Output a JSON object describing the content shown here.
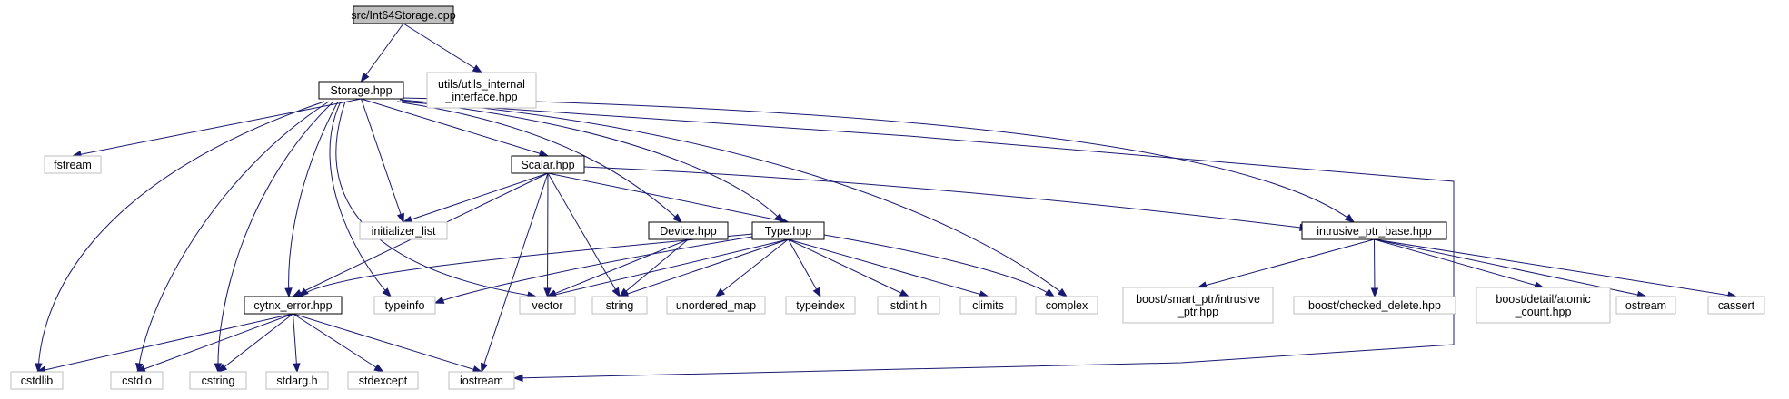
{
  "diagram": {
    "type": "include-dependency-graph",
    "colors": {
      "edge": "#191970",
      "documented_border": "#000000",
      "external_border": "#bfbfbf",
      "root_fill": "#bfbfbf"
    },
    "nodes": [
      {
        "id": "int64storage",
        "label": [
          "src/Int64Storage.cpp"
        ],
        "kind": "root"
      },
      {
        "id": "storage",
        "label": [
          "Storage.hpp"
        ],
        "kind": "doc"
      },
      {
        "id": "utils_internal",
        "label": [
          "utils/utils_internal",
          "_interface.hpp"
        ],
        "kind": "ext"
      },
      {
        "id": "fstream",
        "label": [
          "fstream"
        ],
        "kind": "ext"
      },
      {
        "id": "scalar",
        "label": [
          "Scalar.hpp"
        ],
        "kind": "doc"
      },
      {
        "id": "initializer_list",
        "label": [
          "initializer_list"
        ],
        "kind": "ext"
      },
      {
        "id": "device",
        "label": [
          "Device.hpp"
        ],
        "kind": "doc"
      },
      {
        "id": "type",
        "label": [
          "Type.hpp"
        ],
        "kind": "doc"
      },
      {
        "id": "intrusive_ptr_base",
        "label": [
          "intrusive_ptr_base.hpp"
        ],
        "kind": "doc"
      },
      {
        "id": "cytnx_error",
        "label": [
          "cytnx_error.hpp"
        ],
        "kind": "doc"
      },
      {
        "id": "typeinfo",
        "label": [
          "typeinfo"
        ],
        "kind": "ext"
      },
      {
        "id": "vector",
        "label": [
          "vector"
        ],
        "kind": "ext"
      },
      {
        "id": "string",
        "label": [
          "string"
        ],
        "kind": "ext"
      },
      {
        "id": "unordered_map",
        "label": [
          "unordered_map"
        ],
        "kind": "ext"
      },
      {
        "id": "typeindex",
        "label": [
          "typeindex"
        ],
        "kind": "ext"
      },
      {
        "id": "stdint",
        "label": [
          "stdint.h"
        ],
        "kind": "ext"
      },
      {
        "id": "climits",
        "label": [
          "climits"
        ],
        "kind": "ext"
      },
      {
        "id": "complex",
        "label": [
          "complex"
        ],
        "kind": "ext"
      },
      {
        "id": "smart_ptr",
        "label": [
          "boost/smart_ptr/intrusive",
          "_ptr.hpp"
        ],
        "kind": "ext"
      },
      {
        "id": "checked_delete",
        "label": [
          "boost/checked_delete.hpp"
        ],
        "kind": "ext"
      },
      {
        "id": "atomic_count",
        "label": [
          "boost/detail/atomic",
          "_count.hpp"
        ],
        "kind": "ext"
      },
      {
        "id": "ostream",
        "label": [
          "ostream"
        ],
        "kind": "ext"
      },
      {
        "id": "cassert",
        "label": [
          "cassert"
        ],
        "kind": "ext"
      },
      {
        "id": "cstdlib",
        "label": [
          "cstdlib"
        ],
        "kind": "ext"
      },
      {
        "id": "cstdio",
        "label": [
          "cstdio"
        ],
        "kind": "ext"
      },
      {
        "id": "cstring",
        "label": [
          "cstring"
        ],
        "kind": "ext"
      },
      {
        "id": "stdarg",
        "label": [
          "stdarg.h"
        ],
        "kind": "ext"
      },
      {
        "id": "stdexcept",
        "label": [
          "stdexcept"
        ],
        "kind": "ext"
      },
      {
        "id": "iostream",
        "label": [
          "iostream"
        ],
        "kind": "ext"
      }
    ],
    "edges": [
      [
        "int64storage",
        "storage"
      ],
      [
        "int64storage",
        "utils_internal"
      ],
      [
        "storage",
        "fstream"
      ],
      [
        "storage",
        "scalar"
      ],
      [
        "storage",
        "initializer_list"
      ],
      [
        "storage",
        "device"
      ],
      [
        "storage",
        "type"
      ],
      [
        "storage",
        "intrusive_ptr_base"
      ],
      [
        "storage",
        "cytnx_error"
      ],
      [
        "storage",
        "typeinfo"
      ],
      [
        "storage",
        "vector"
      ],
      [
        "storage",
        "complex"
      ],
      [
        "storage",
        "cstdlib"
      ],
      [
        "storage",
        "cstdio"
      ],
      [
        "storage",
        "cstring"
      ],
      [
        "storage",
        "iostream"
      ],
      [
        "scalar",
        "initializer_list"
      ],
      [
        "scalar",
        "type"
      ],
      [
        "scalar",
        "intrusive_ptr_base"
      ],
      [
        "scalar",
        "cytnx_error"
      ],
      [
        "scalar",
        "vector"
      ],
      [
        "scalar",
        "string"
      ],
      [
        "scalar",
        "iostream"
      ],
      [
        "device",
        "vector"
      ],
      [
        "device",
        "string"
      ],
      [
        "type",
        "cytnx_error"
      ],
      [
        "type",
        "typeinfo"
      ],
      [
        "type",
        "vector"
      ],
      [
        "type",
        "string"
      ],
      [
        "type",
        "unordered_map"
      ],
      [
        "type",
        "typeindex"
      ],
      [
        "type",
        "stdint"
      ],
      [
        "type",
        "climits"
      ],
      [
        "type",
        "complex"
      ],
      [
        "intrusive_ptr_base",
        "smart_ptr"
      ],
      [
        "intrusive_ptr_base",
        "checked_delete"
      ],
      [
        "intrusive_ptr_base",
        "atomic_count"
      ],
      [
        "intrusive_ptr_base",
        "ostream"
      ],
      [
        "intrusive_ptr_base",
        "cassert"
      ],
      [
        "cytnx_error",
        "cstdlib"
      ],
      [
        "cytnx_error",
        "cstdio"
      ],
      [
        "cytnx_error",
        "cstring"
      ],
      [
        "cytnx_error",
        "stdarg"
      ],
      [
        "cytnx_error",
        "stdexcept"
      ],
      [
        "cytnx_error",
        "iostream"
      ]
    ]
  }
}
